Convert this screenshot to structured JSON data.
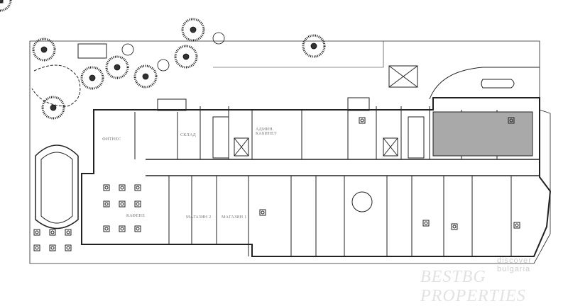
{
  "rooms": {
    "storage": "СКЛАД",
    "shop_2": "МАГАЗИН 2",
    "shop_1": "МАГАЗИН 1",
    "fitness": "ФИТНЕС",
    "cafe": "КАФЕНЕ",
    "office": "АДМИН. КАБИНЕТ"
  },
  "watermark": {
    "tagline": "discover bulgaria",
    "brand": "BESTBG PROPERTIES"
  },
  "colors": {
    "line": "#222222",
    "highlight": "#a9a9a9"
  }
}
